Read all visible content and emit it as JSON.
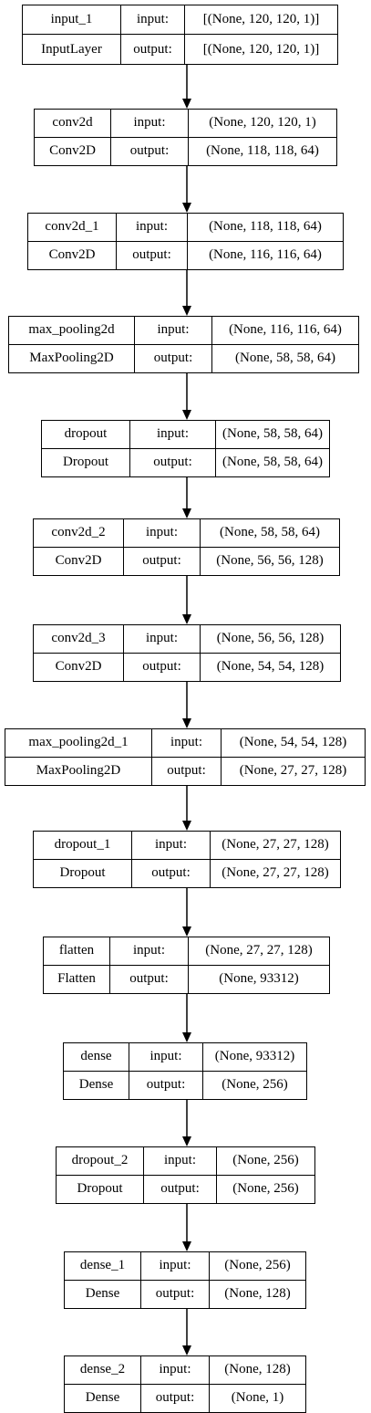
{
  "labels": {
    "input": "input:",
    "output": "output:"
  },
  "layers": [
    {
      "name": "input_1",
      "type": "InputLayer",
      "input_shape": "[(None, 120, 120, 1)]",
      "output_shape": "[(None, 120, 120, 1)]"
    },
    {
      "name": "conv2d",
      "type": "Conv2D",
      "input_shape": "(None, 120, 120, 1)",
      "output_shape": "(None, 118, 118, 64)"
    },
    {
      "name": "conv2d_1",
      "type": "Conv2D",
      "input_shape": "(None, 118, 118, 64)",
      "output_shape": "(None, 116, 116, 64)"
    },
    {
      "name": "max_pooling2d",
      "type": "MaxPooling2D",
      "input_shape": "(None, 116, 116, 64)",
      "output_shape": "(None, 58, 58, 64)"
    },
    {
      "name": "dropout",
      "type": "Dropout",
      "input_shape": "(None, 58, 58, 64)",
      "output_shape": "(None, 58, 58, 64)"
    },
    {
      "name": "conv2d_2",
      "type": "Conv2D",
      "input_shape": "(None, 58, 58, 64)",
      "output_shape": "(None, 56, 56, 128)"
    },
    {
      "name": "conv2d_3",
      "type": "Conv2D",
      "input_shape": "(None, 56, 56, 128)",
      "output_shape": "(None, 54, 54, 128)"
    },
    {
      "name": "max_pooling2d_1",
      "type": "MaxPooling2D",
      "input_shape": "(None, 54, 54, 128)",
      "output_shape": "(None, 27, 27, 128)"
    },
    {
      "name": "dropout_1",
      "type": "Dropout",
      "input_shape": "(None, 27, 27, 128)",
      "output_shape": "(None, 27, 27, 128)"
    },
    {
      "name": "flatten",
      "type": "Flatten",
      "input_shape": "(None, 27, 27, 128)",
      "output_shape": "(None, 93312)"
    },
    {
      "name": "dense",
      "type": "Dense",
      "input_shape": "(None, 93312)",
      "output_shape": "(None, 256)"
    },
    {
      "name": "dropout_2",
      "type": "Dropout",
      "input_shape": "(None, 256)",
      "output_shape": "(None, 256)"
    },
    {
      "name": "dense_1",
      "type": "Dense",
      "input_shape": "(None, 256)",
      "output_shape": "(None, 128)"
    },
    {
      "name": "dense_2",
      "type": "Dense",
      "input_shape": "(None, 128)",
      "output_shape": "(None, 1)"
    }
  ]
}
